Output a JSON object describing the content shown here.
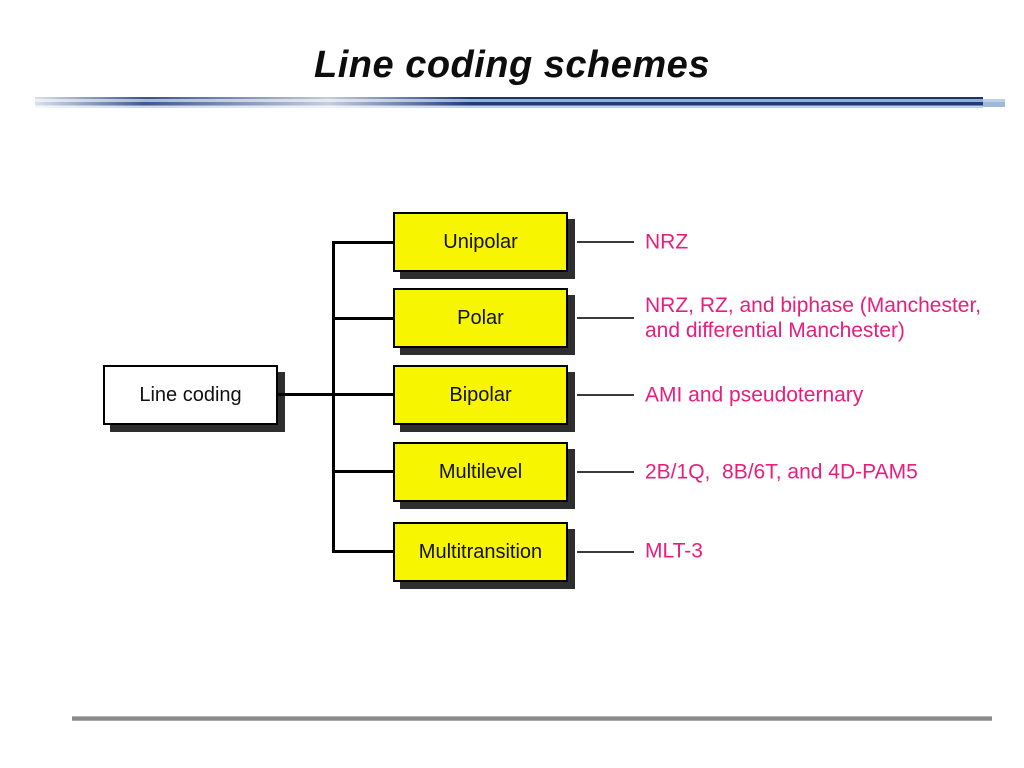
{
  "slide": {
    "title": "Line coding schemes"
  },
  "diagram": {
    "root": {
      "label": "Line coding"
    },
    "branches": [
      {
        "category": "Unipolar",
        "schemes": "NRZ"
      },
      {
        "category": "Polar",
        "schemes": "NRZ, RZ, and biphase (Manchester,\nand differential Manchester)"
      },
      {
        "category": "Bipolar",
        "schemes": "AMI and pseudoternary"
      },
      {
        "category": "Multilevel",
        "schemes": "2B/1Q,  8B/6T, and 4D-PAM5"
      },
      {
        "category": "Multitransition",
        "schemes": "MLT-3"
      }
    ]
  },
  "colors": {
    "category_box_fill": "#F8F500",
    "scheme_text": "#E81D7C",
    "accent_bar_navy": "#24397B",
    "accent_bar_light_blue": "#BFD3E8",
    "box_shadow": "#2E2E2E",
    "footer_rule_gray": "#8A8A8A"
  }
}
